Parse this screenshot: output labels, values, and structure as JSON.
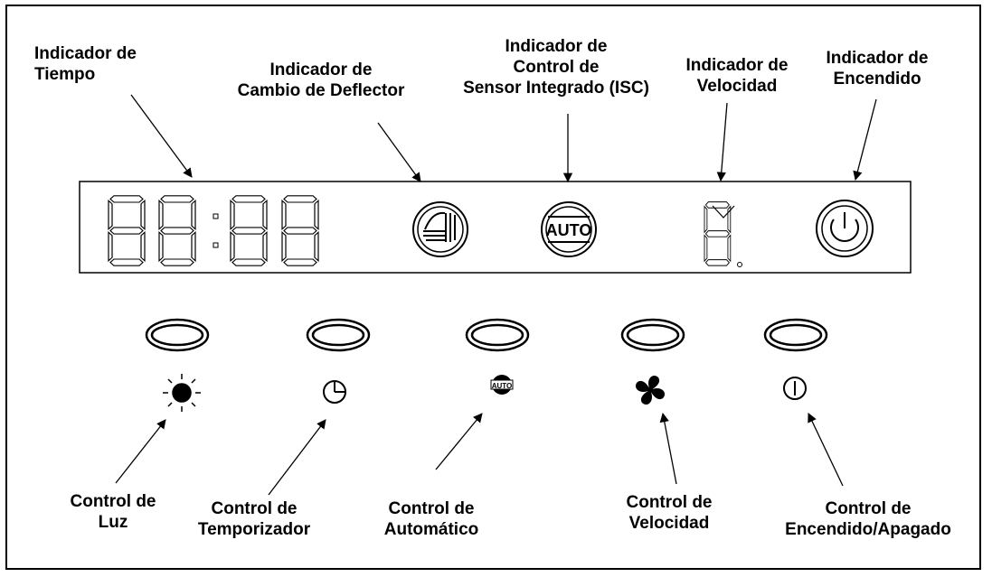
{
  "indicators": [
    {
      "id": "tiempo",
      "lines": [
        "Indicador de",
        "Tiempo"
      ]
    },
    {
      "id": "deflector",
      "lines": [
        "Indicador de",
        "Cambio de Deflector"
      ]
    },
    {
      "id": "isc",
      "lines": [
        "Indicador de",
        "Control de",
        "Sensor Integrado (ISC)"
      ]
    },
    {
      "id": "velocidad",
      "lines": [
        "Indicador de",
        "Velocidad"
      ]
    },
    {
      "id": "encendido",
      "lines": [
        "Indicador de",
        "Encendido"
      ]
    }
  ],
  "controls": [
    {
      "id": "luz",
      "lines": [
        "Control de",
        "Luz"
      ],
      "icon": "sun-icon"
    },
    {
      "id": "temporizador",
      "lines": [
        "Control de",
        "Temporizador"
      ],
      "icon": "clock-icon"
    },
    {
      "id": "automatico",
      "lines": [
        "Control de",
        "Automático"
      ],
      "icon": "auto-icon"
    },
    {
      "id": "velocidad",
      "lines": [
        "Control de",
        "Velocidad"
      ],
      "icon": "fan-icon"
    },
    {
      "id": "encendido-apagado",
      "lines": [
        "Control de",
        "Encendido/Apagado"
      ],
      "icon": "power-icon"
    }
  ],
  "display": {
    "auto_badge": "AUTO",
    "small_auto_badge": "AUTO"
  }
}
